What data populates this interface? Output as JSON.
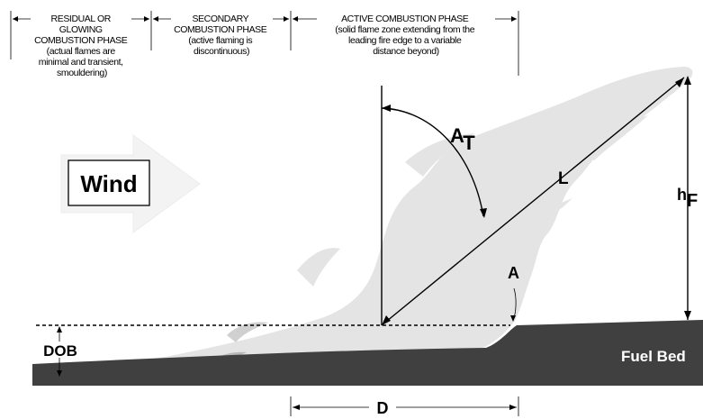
{
  "phases": {
    "residual": [
      "RESIDUAL OR",
      "GLOWING",
      "COMBUSTION PHASE",
      "(actual flames are",
      "minimal and transient,",
      "smouldering)"
    ],
    "secondary": [
      "SECONDARY",
      "COMBUSTION PHASE",
      "(active flaming is",
      "discontinuous)"
    ],
    "active": [
      "ACTIVE COMBUSTION PHASE",
      "(solid flame zone extending from the",
      "leading fire edge to a variable",
      "distance beyond)"
    ]
  },
  "labels": {
    "wind": "Wind",
    "tilt_angle_main": "A",
    "tilt_angle_sub": "T",
    "length": "L",
    "slope_angle": "A",
    "height_main": "h",
    "height_sub": "F",
    "depth_of_burn": "DOB",
    "depth": "D",
    "fuel_bed": "Fuel Bed"
  },
  "colors": {
    "flame": "#e4e4e4",
    "fuel_bed": "#404040",
    "wind_arrow": "#f3f3f3"
  }
}
